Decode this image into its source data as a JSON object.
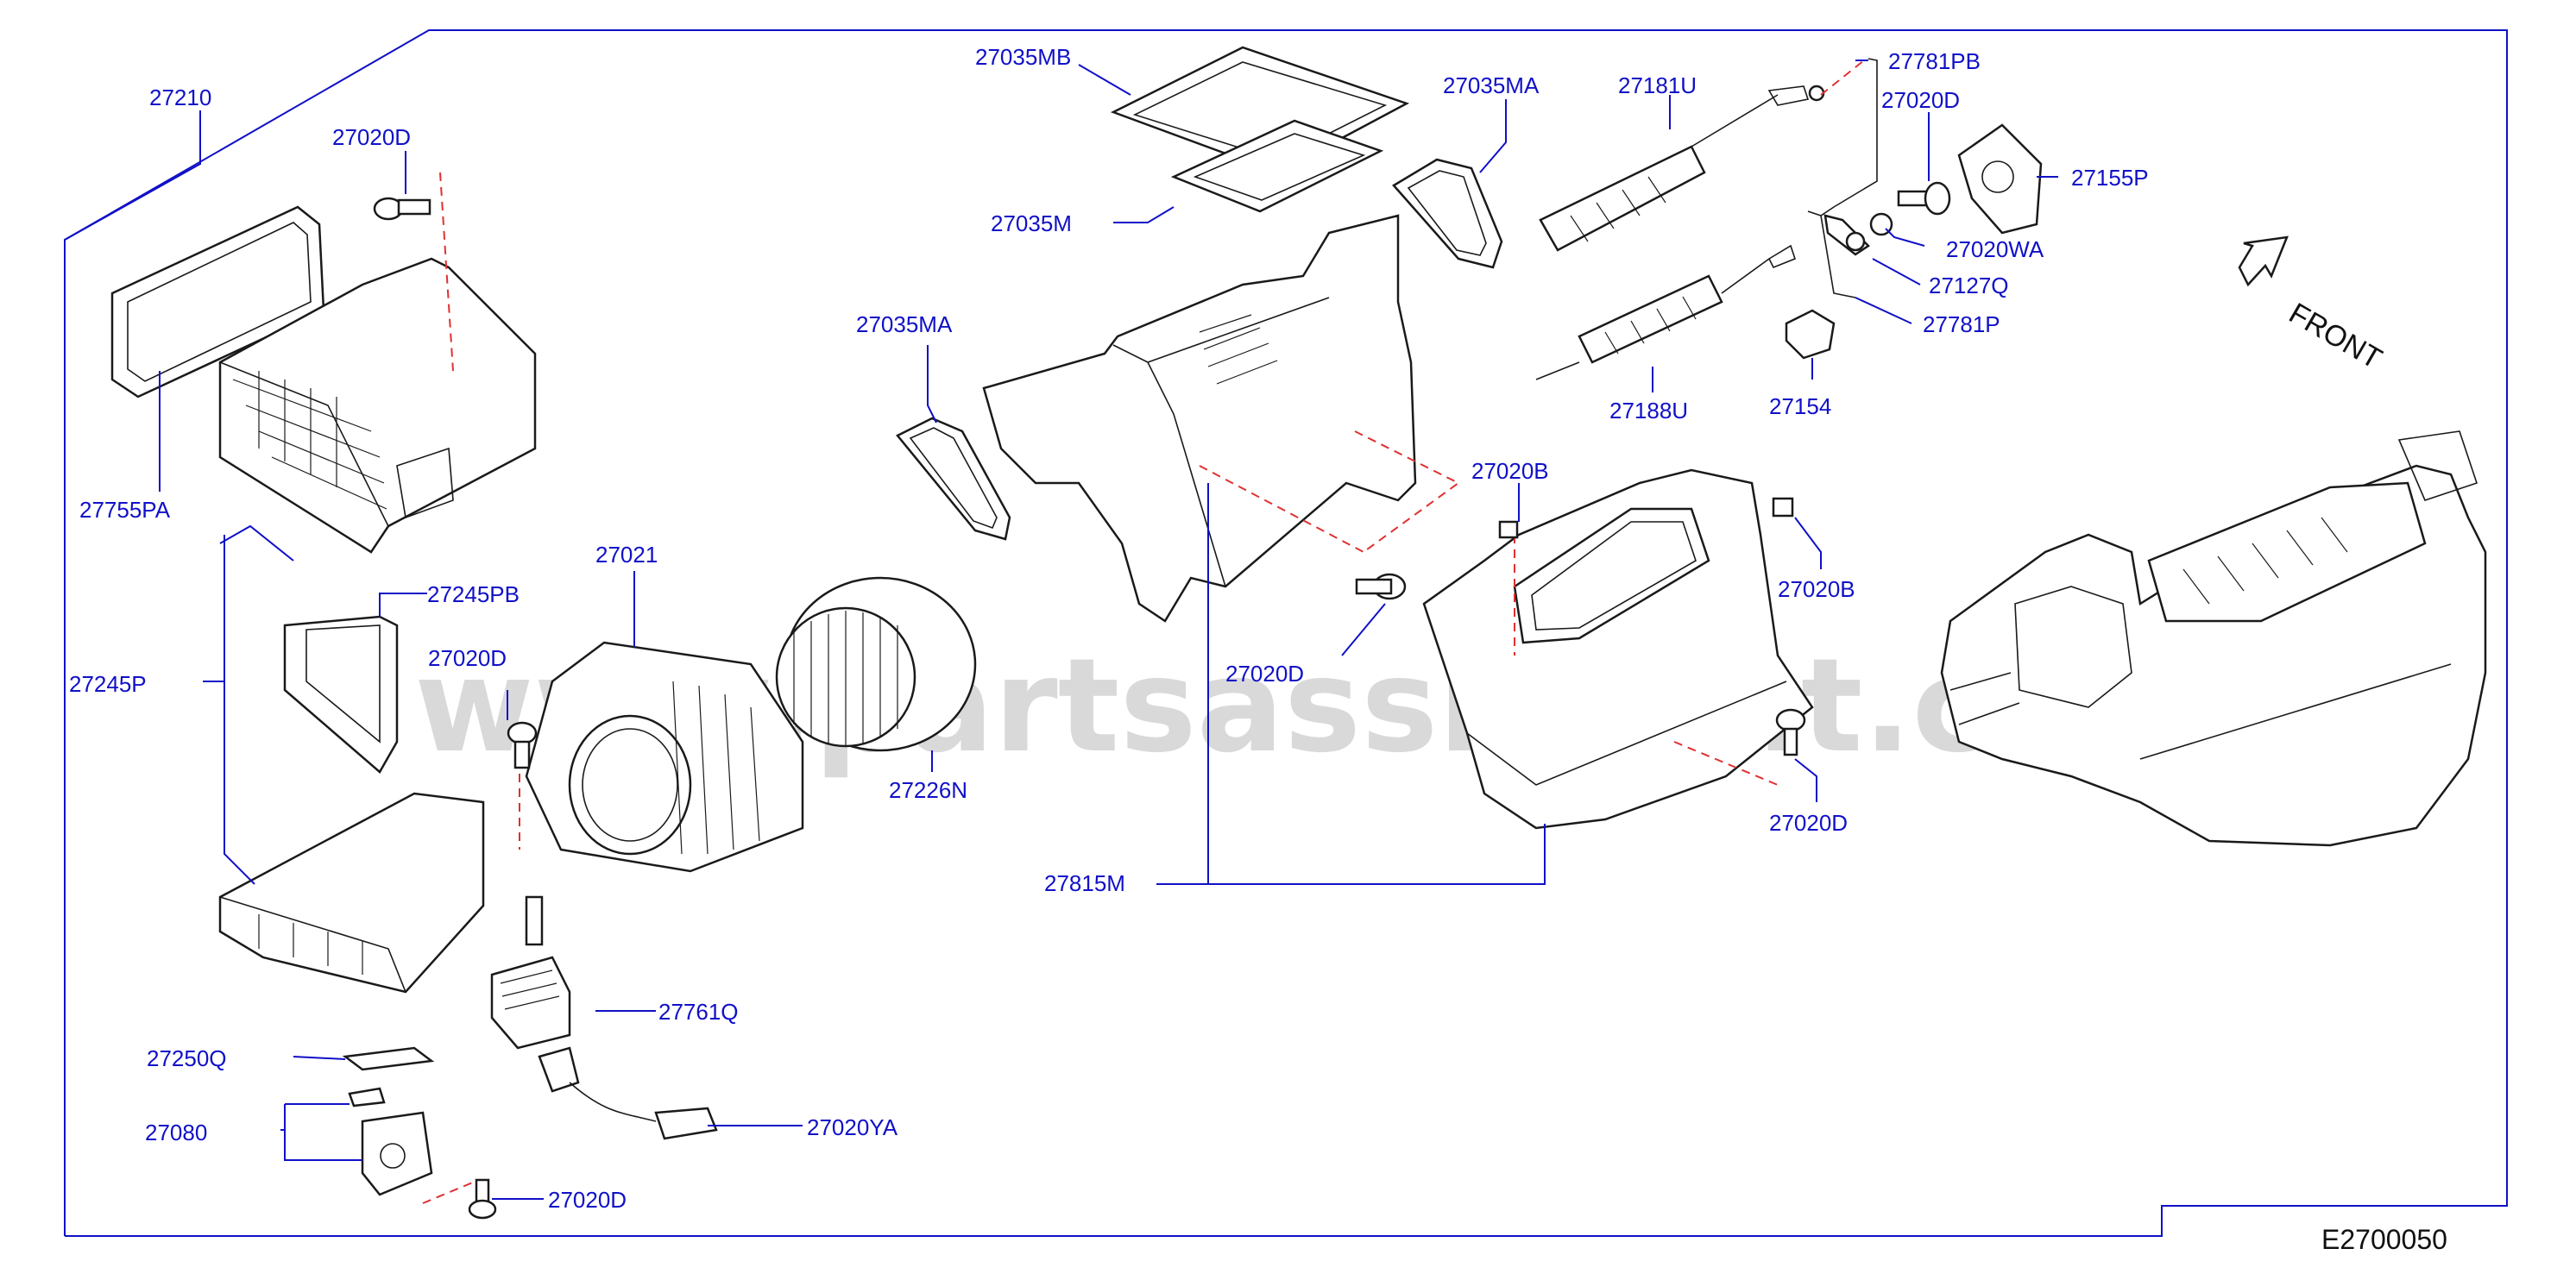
{
  "diagram": {
    "watermark": "www.partsassistant.com",
    "drawing_code": "E2700050",
    "front_label": "FRONT",
    "labels": {
      "p27210": "27210",
      "p27020D_a": "27020D",
      "p27755PA": "27755PA",
      "p27245PB": "27245PB",
      "p27245P": "27245P",
      "p27020D_b": "27020D",
      "p27021": "27021",
      "p27226N": "27226N",
      "p27761Q": "27761Q",
      "p27250Q": "27250Q",
      "p27080": "27080",
      "p27020YA": "27020YA",
      "p27020D_c": "27020D",
      "p27035MB": "27035MB",
      "p27035M": "27035M",
      "p27035MA_a": "27035MA",
      "p27035MA_b": "27035MA",
      "p27181U": "27181U",
      "p27188U": "27188U",
      "p27781PB": "27781PB",
      "p27020D_d": "27020D",
      "p27155P": "27155P",
      "p27020WA": "27020WA",
      "p27127Q": "27127Q",
      "p27781P": "27781P",
      "p27154": "27154",
      "p27020B_a": "27020B",
      "p27020B_b": "27020B",
      "p27020D_e": "27020D",
      "p27020D_f": "27020D",
      "p27815M": "27815M"
    }
  }
}
